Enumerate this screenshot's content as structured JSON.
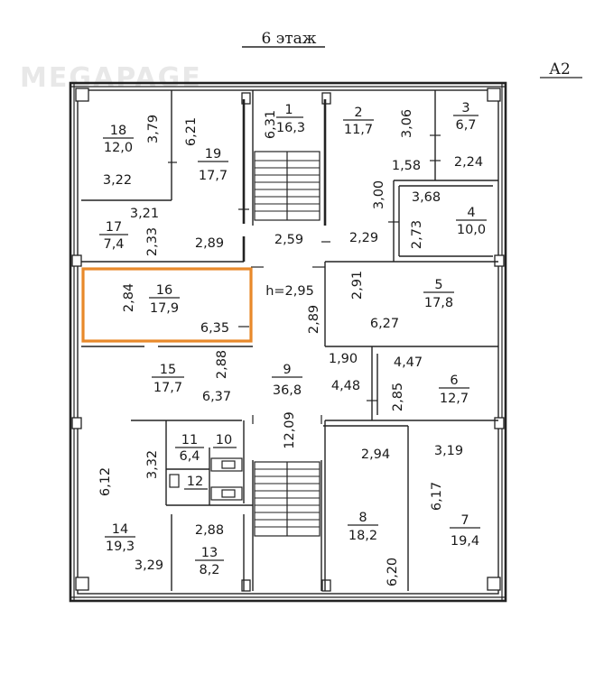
{
  "header": {
    "floor_title": "6 этаж",
    "sheet_label": "А2",
    "watermark": "MEGAPAGE"
  },
  "height_label": "h=2,95",
  "highlight_color": "#e8892a",
  "rooms": [
    {
      "num": "1",
      "area": "16,3"
    },
    {
      "num": "2",
      "area": "11,7"
    },
    {
      "num": "3",
      "area": "6,7"
    },
    {
      "num": "4",
      "area": "10,0"
    },
    {
      "num": "5",
      "area": "17,8"
    },
    {
      "num": "6",
      "area": "12,7"
    },
    {
      "num": "7",
      "area": "19,4"
    },
    {
      "num": "8",
      "area": "18,2"
    },
    {
      "num": "9",
      "area": "36,8"
    },
    {
      "num": "10",
      "area": ""
    },
    {
      "num": "11",
      "area": "6,4"
    },
    {
      "num": "12",
      "area": ""
    },
    {
      "num": "13",
      "area": "8,2"
    },
    {
      "num": "14",
      "area": "19,3"
    },
    {
      "num": "15",
      "area": "17,7"
    },
    {
      "num": "16",
      "area": "17,9"
    },
    {
      "num": "17",
      "area": "7,4"
    },
    {
      "num": "18",
      "area": "12,0"
    },
    {
      "num": "19",
      "area": "17,7"
    }
  ],
  "dims": [
    "3,79",
    "3,22",
    "6,21",
    "3,21",
    "2,33",
    "2,89",
    "6,31",
    "2,59",
    "3,06",
    "1,58",
    "2,24",
    "3,00",
    "3,68",
    "2,73",
    "2,29",
    "2,84",
    "6,35",
    "2,91",
    "2,89",
    "6,27",
    "2,88",
    "6,37",
    "1,90",
    "4,47",
    "4,48",
    "2,85",
    "12,09",
    "3,32",
    "6,12",
    "2,94",
    "3,19",
    "6,17",
    "2,88",
    "3,29",
    "6,20"
  ]
}
